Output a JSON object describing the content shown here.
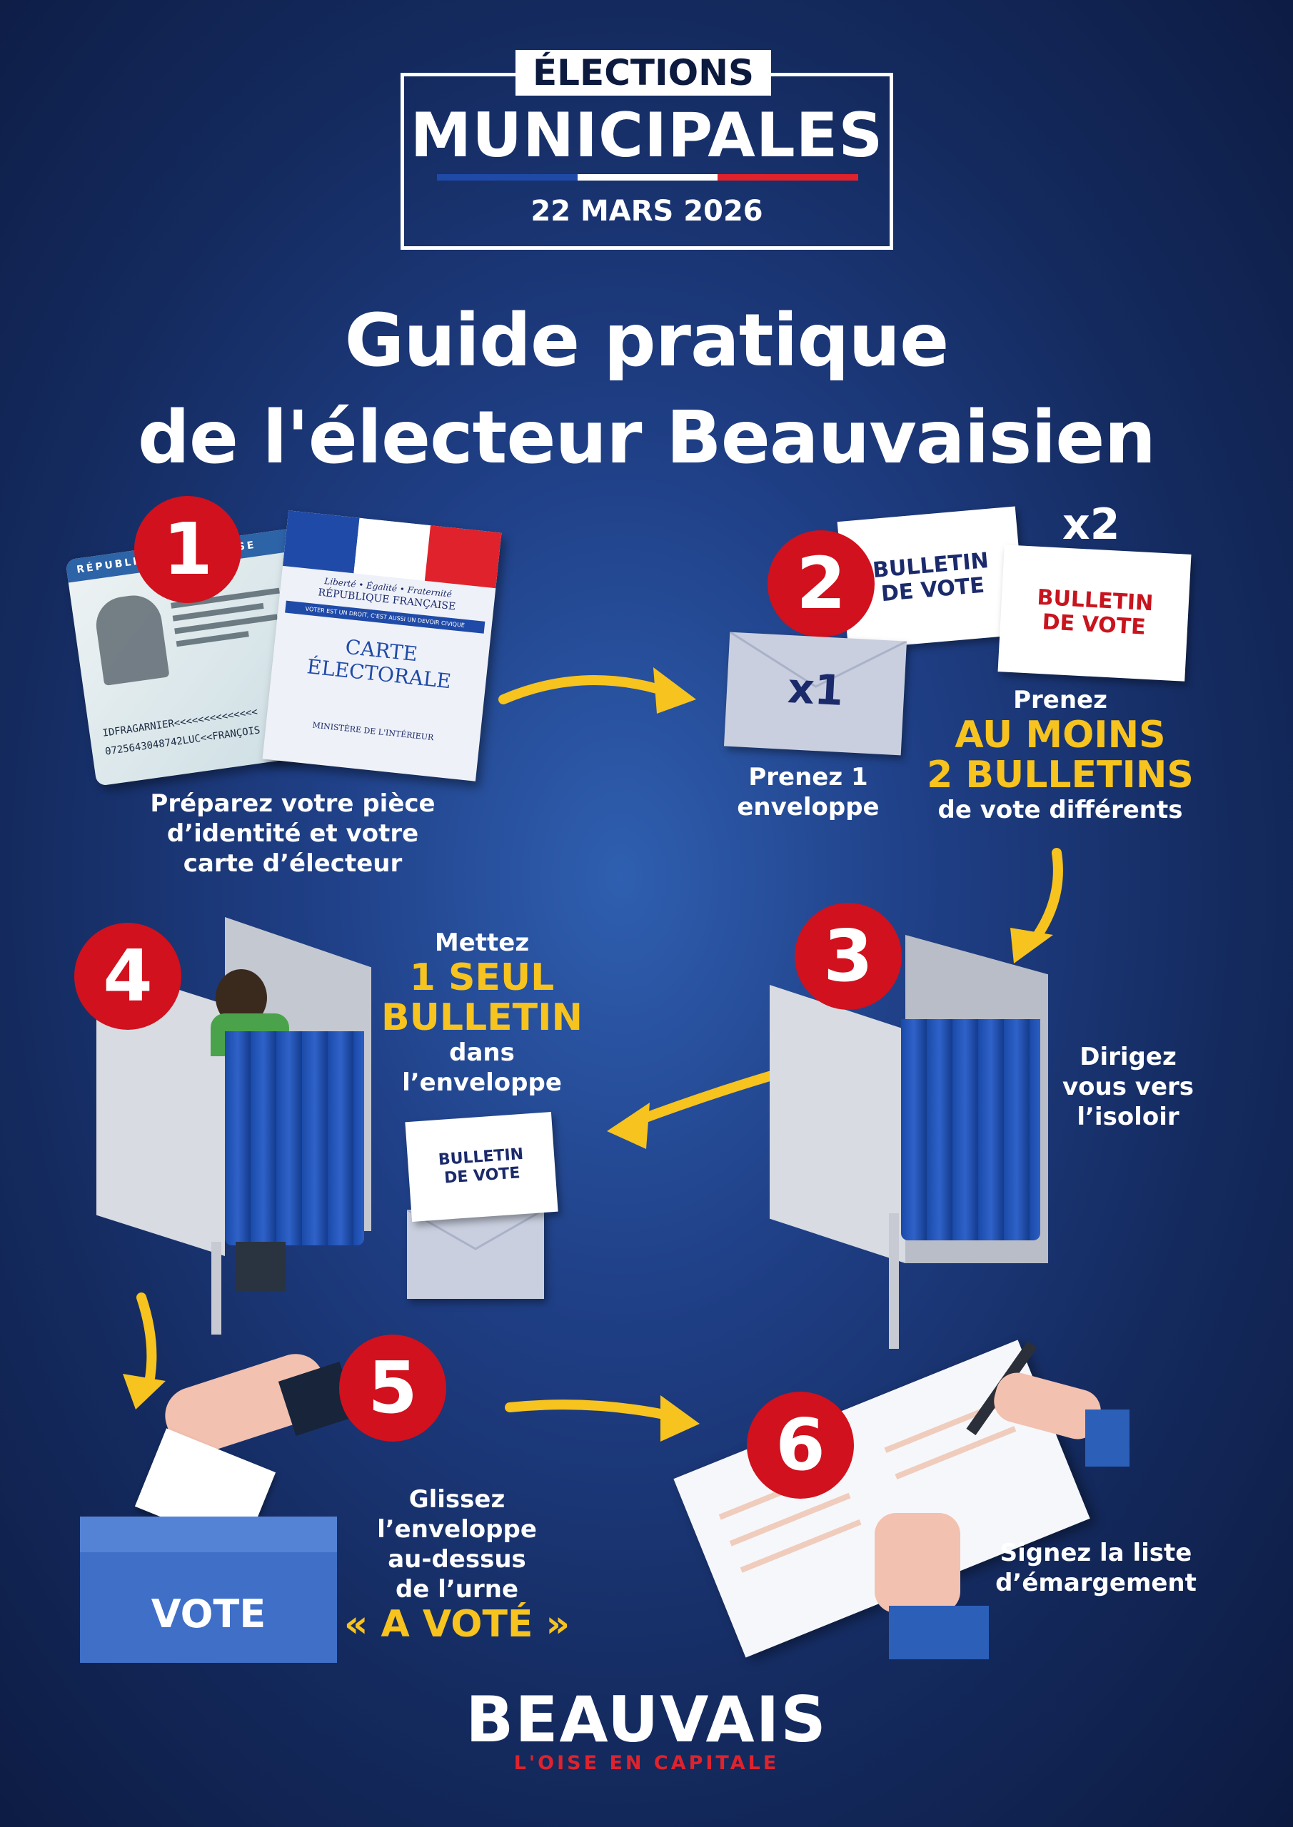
{
  "header": {
    "elections": "ÉLECTIONS",
    "municipales": "MUNICIPALES",
    "date": "22 MARS 2026"
  },
  "title": {
    "line1": "Guide pratique",
    "line2": "de l'électeur Beauvaisien"
  },
  "steps": {
    "s1": {
      "number": "1",
      "caption": [
        "Préparez votre pièce",
        "d’identité et votre",
        "carte d’électeur"
      ],
      "id_card": {
        "republic": "RÉPUBLIQUE FRANÇAISE",
        "line1": "IDFRAGARNIER<<<<<<<<<<<<<<",
        "line2": "0725643048742LUC<<FRANÇOIS"
      },
      "voter_card": {
        "motto": "Liberté • Égalité • Fraternité",
        "republic": "RÉPUBLIQUE FRANÇAISE",
        "banner": "VOTER EST UN DROIT, C'EST AUSSI UN DEVOIR CIVIQUE",
        "title1": "CARTE",
        "title2": "ÉLECTORALE",
        "ministry": "MINISTÈRE DE L'INTÉRIEUR"
      }
    },
    "s2": {
      "number": "2",
      "ballot1": [
        "BULLETIN",
        "DE VOTE"
      ],
      "ballot2": [
        "BULLETIN",
        "DE VOTE"
      ],
      "x2": "x2",
      "envelope_x1": "x1",
      "caption_envelope": [
        "Prenez 1",
        "enveloppe"
      ],
      "caption_ballots_top": "Prenez",
      "caption_ballots_highlight": [
        "AU MOINS",
        "2 BULLETINS"
      ],
      "caption_ballots_bottom": "de vote différents"
    },
    "s3": {
      "number": "3",
      "caption": [
        "Dirigez",
        "vous vers",
        "l’isoloir"
      ]
    },
    "s4": {
      "number": "4",
      "caption_top": "Mettez",
      "caption_highlight": [
        "1 SEUL",
        "BULLETIN"
      ],
      "caption_bottom": [
        "dans",
        "l’enveloppe"
      ],
      "ballot": [
        "BULLETIN",
        "DE VOTE"
      ]
    },
    "s5": {
      "number": "5",
      "box_label": "VOTE",
      "caption": [
        "Glissez",
        "l’enveloppe",
        "au-dessus",
        "de l’urne"
      ],
      "caption_highlight": "« A VOTÉ »"
    },
    "s6": {
      "number": "6",
      "caption": [
        "Signez la liste",
        "d’émargement"
      ]
    }
  },
  "footer": {
    "logo": "BEAUVAIS",
    "tagline": "L'OISE EN CAPITALE"
  },
  "colors": {
    "accent_red": "#d1111d",
    "accent_yellow": "#f7c31e",
    "navy": "#142a5e",
    "flag_blue": "#1f4aa8",
    "flag_white": "#ffffff",
    "flag_red": "#e0222c"
  }
}
